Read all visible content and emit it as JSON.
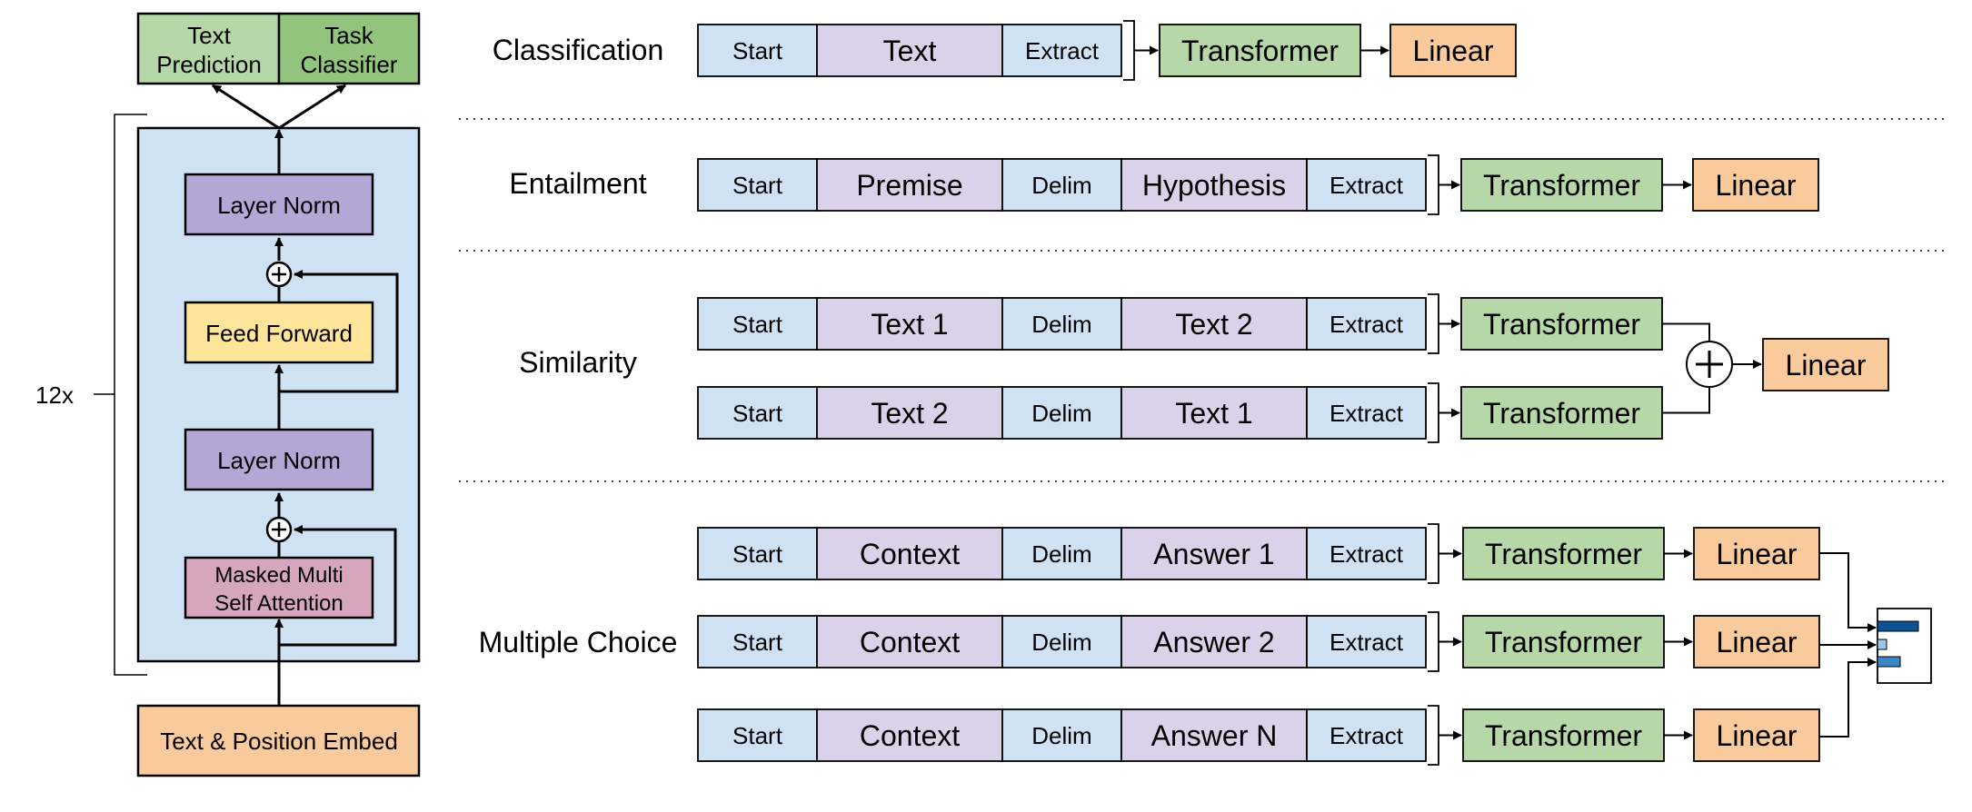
{
  "colors": {
    "token_start": "#cfe2f3",
    "token_content": "#d9d2e9",
    "transformer": "#b6d7a8",
    "linear": "#f9cb9c",
    "layer_norm": "#b4a7d6",
    "feed_forward": "#ffe599",
    "masked_attention": "#d5a6bd",
    "block_bg": "#cfe2f3",
    "text_prediction": "#b6d7a8",
    "task_classifier": "#93c47d",
    "bar_dark": "#0b5394",
    "bar_mid": "#3d85c6",
    "bar_light": "#9fc5e8"
  },
  "architecture": {
    "repeat_label": "12x",
    "text_prediction": [
      "Text",
      "Prediction"
    ],
    "task_classifier": [
      "Task",
      "Classifier"
    ],
    "layer_norm_top": "Layer Norm",
    "feed_forward": "Feed Forward",
    "layer_norm_bottom": "Layer Norm",
    "masked_attention": [
      "Masked Multi",
      "Self Attention"
    ],
    "embed": "Text & Position Embed"
  },
  "tasks": {
    "classification": {
      "label": "Classification",
      "sequence": [
        "Start",
        "Text",
        "Extract"
      ],
      "transformer": "Transformer",
      "linear": "Linear"
    },
    "entailment": {
      "label": "Entailment",
      "sequence": [
        "Start",
        "Premise",
        "Delim",
        "Hypothesis",
        "Extract"
      ],
      "transformer": "Transformer",
      "linear": "Linear"
    },
    "similarity": {
      "label": "Similarity",
      "sequences": [
        [
          "Start",
          "Text 1",
          "Delim",
          "Text 2",
          "Extract"
        ],
        [
          "Start",
          "Text 2",
          "Delim",
          "Text 1",
          "Extract"
        ]
      ],
      "transformer": "Transformer",
      "linear": "Linear"
    },
    "multiple_choice": {
      "label": "Multiple Choice",
      "sequences": [
        [
          "Start",
          "Context",
          "Delim",
          "Answer 1",
          "Extract"
        ],
        [
          "Start",
          "Context",
          "Delim",
          "Answer 2",
          "Extract"
        ],
        [
          "Start",
          "Context",
          "Delim",
          "Answer N",
          "Extract"
        ]
      ],
      "transformer": "Transformer",
      "linear": "Linear"
    }
  }
}
